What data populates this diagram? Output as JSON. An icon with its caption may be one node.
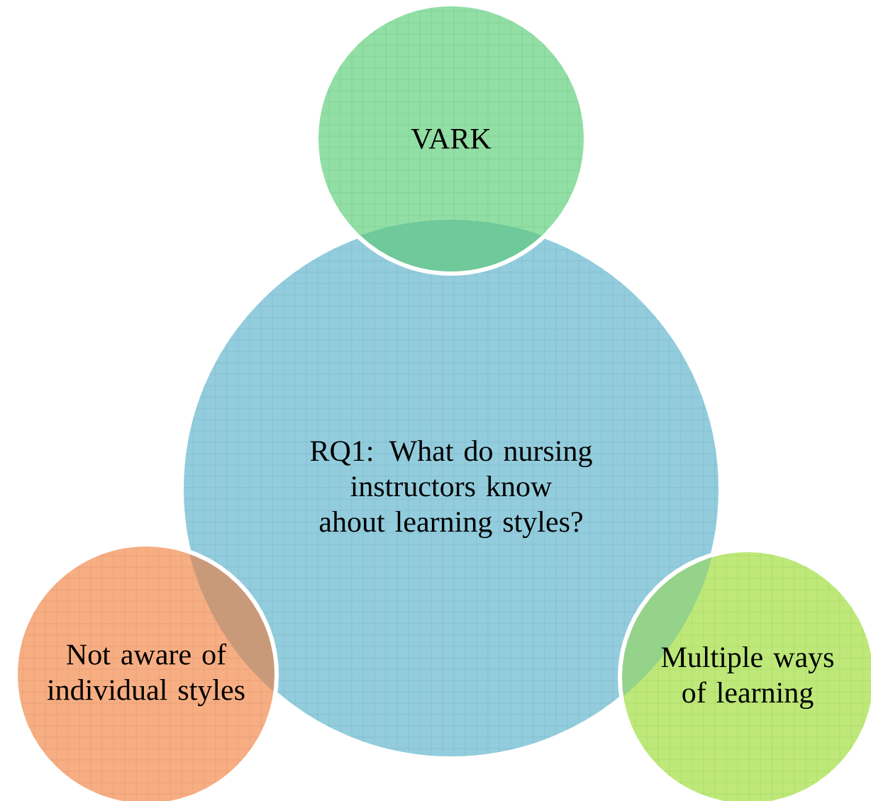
{
  "diagram": {
    "nodes": [
      {
        "text": [
          "VARK"
        ]
      },
      {
        "text": [
          "RQ1: What do nursing instructors know ahout learning styles?"
        ]
      },
      {
        "text": [
          "Not aware of individual styles"
        ]
      },
      {
        "text": [
          "Multiple ways of learning"
        ]
      }
    ]
  }
}
